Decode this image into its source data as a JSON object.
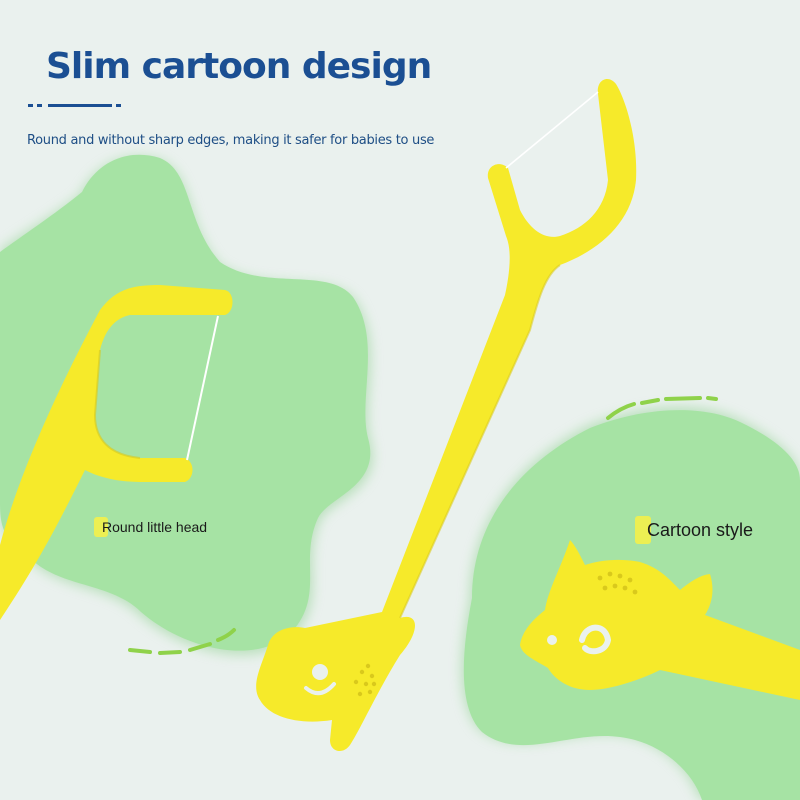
{
  "header": {
    "title": "Slim cartoon design",
    "subtitle": "Round and without sharp edges, making it safer for babies to use"
  },
  "callouts": {
    "round_head": "Round little head",
    "cartoon_style": "Cartoon style"
  },
  "colors": {
    "background": "#eaf1ee",
    "blob_green": "#a6e3a4",
    "blob_shadow": "#8fd08f",
    "floss_yellow": "#f6ea2a",
    "floss_shade": "#d9c91c",
    "title_blue": "#1b4f93",
    "accent_dash_green": "#8fd24a",
    "highlight_yellow": "#f4f04a"
  }
}
